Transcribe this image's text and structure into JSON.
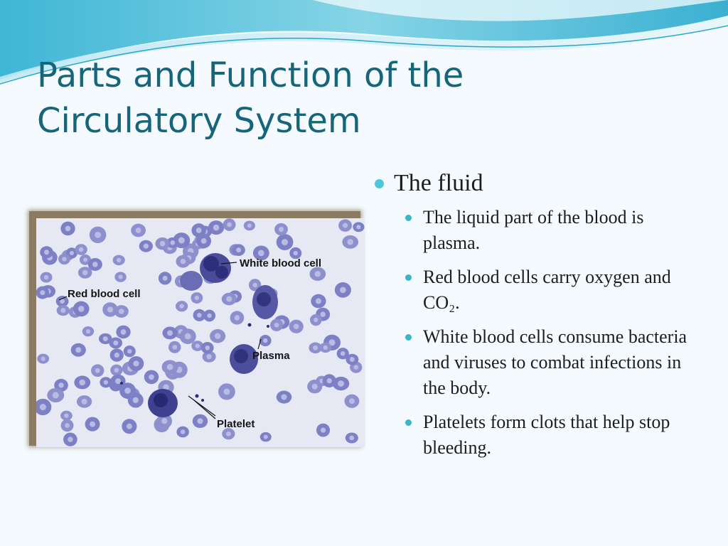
{
  "slide": {
    "title_line1": "Parts and Function of the",
    "title_line2": "Circulatory System",
    "accent_color": "#17657b",
    "bullet_color": "#4fc6d8"
  },
  "image": {
    "labels": {
      "white_blood_cell": "White blood cell",
      "red_blood_cell": "Red blood cell",
      "plasma": "Plasma",
      "platelet": "Platelet"
    }
  },
  "content": {
    "main_bullet": "The fluid",
    "sub_bullets": [
      "The liquid part of the blood is plasma.",
      "Red blood cells carry oxygen and CO₂.",
      "White blood cells consume bacteria and viruses to combat infections in the body.",
      "Platelets form clots that help stop bleeding."
    ]
  }
}
